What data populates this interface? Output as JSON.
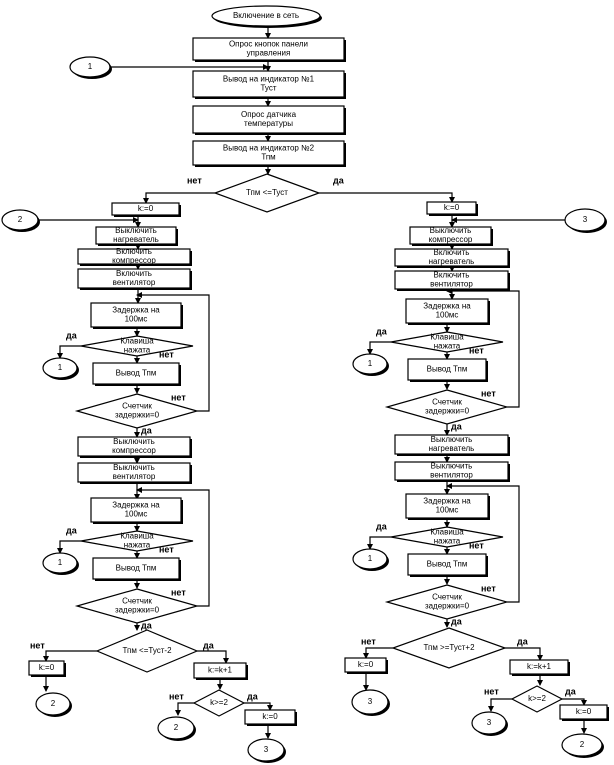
{
  "nodes": {
    "start": "Включение в сеть",
    "poll_panel": [
      "Опрос кнопок панели",
      "управления"
    ],
    "out_ind1": [
      "Вывод на индикатор №1",
      "Туст"
    ],
    "poll_sensor": [
      "Опрос датчика",
      "температуры"
    ],
    "out_ind2": [
      "Вывод на индикатор №2",
      "Тпм"
    ],
    "cond_main": "Тпм <=Туст",
    "k_reset": "k:=0",
    "off_heater": [
      "Выключить",
      "нагреватель"
    ],
    "on_compressor": [
      "Включить",
      "компрессор"
    ],
    "on_fan": [
      "Включить",
      "вентилятор"
    ],
    "off_compressor": [
      "Выключить",
      "компрессор"
    ],
    "on_heater": [
      "Включить",
      "нагреватель"
    ],
    "off_fan": [
      "Выключить",
      "вентилятор"
    ],
    "delay": [
      "Задержка на",
      "100мс"
    ],
    "key_pressed": [
      "Клавиша",
      "нажата"
    ],
    "out_tpm": "Вывод Тпм",
    "delay_counter": [
      "Счетчик",
      "задержки=0"
    ],
    "cond_left": "Тпм <=Туст-2",
    "cond_right": "Тпм >=Туст+2",
    "k_inc": "k:=k+1",
    "k_check": "k>=2"
  },
  "connectors": {
    "c1": "1",
    "c2": "2",
    "c3": "3"
  },
  "labels": {
    "yes": "да",
    "no": "нет"
  }
}
